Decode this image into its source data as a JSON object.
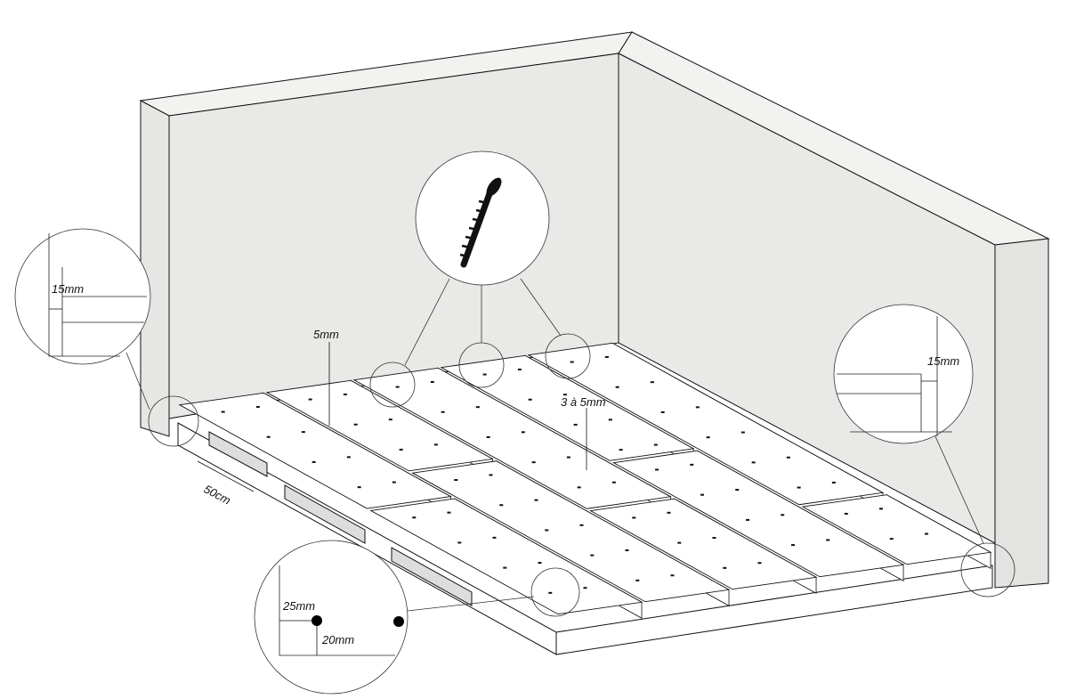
{
  "labels": {
    "left_gap": "15mm",
    "right_gap": "15mm",
    "board_gap": "5mm",
    "end_gap": "3 à 5mm",
    "joist_spacing": "50cm",
    "screw_edge_x": "25mm",
    "screw_edge_y": "20mm"
  },
  "colors": {
    "wall": "#e9e9e7",
    "deck": "#ffffff",
    "line": "#111111",
    "shadow": "#dcdcda"
  },
  "icons": [
    "screw-icon"
  ]
}
